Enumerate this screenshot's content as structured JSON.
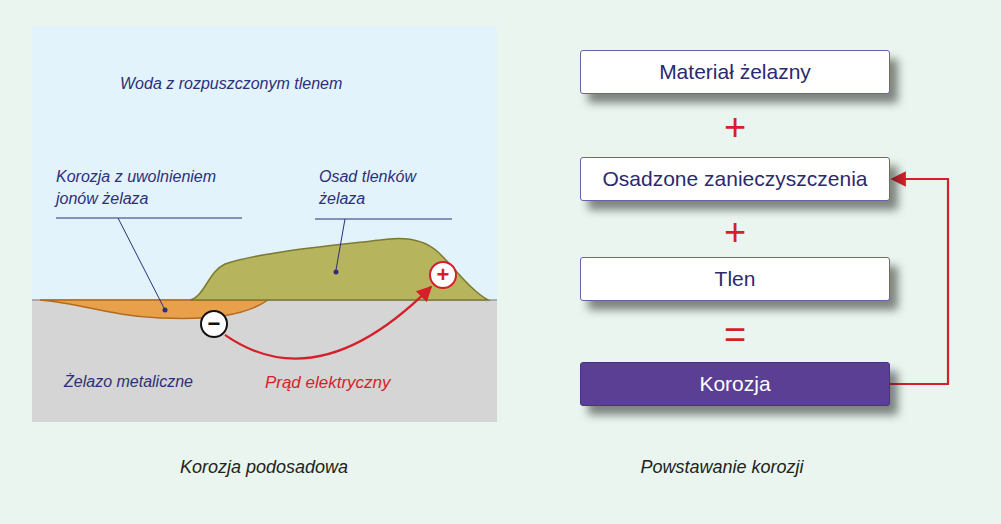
{
  "diagram": {
    "nodes": [
      {
        "text": [
          "−"
        ]
      },
      {
        "text": [
          "+"
        ]
      },
      {
        "text": [
          "Materiał żelazny"
        ]
      },
      {
        "text": [
          "Osadzone zanieczyszczenia"
        ]
      },
      {
        "text": [
          "Tlen"
        ]
      },
      {
        "text": [
          "Korozja"
        ]
      }
    ],
    "edges": [
      {
        "from": 0,
        "to": 1,
        "arrow": "to",
        "label": "Prąd elektryczny"
      },
      {
        "from": 5,
        "to": 3,
        "arrow": "to"
      }
    ],
    "labels": [
      "Woda z rozpuszczonym tlenem",
      "Korozja z uwolnieniem jonów żelaza",
      "Osad tlenków żelaza",
      "Żelazo metaliczne",
      "+",
      "+",
      "=",
      "Korozja podosadowa",
      "Powstawanie korozji"
    ]
  }
}
